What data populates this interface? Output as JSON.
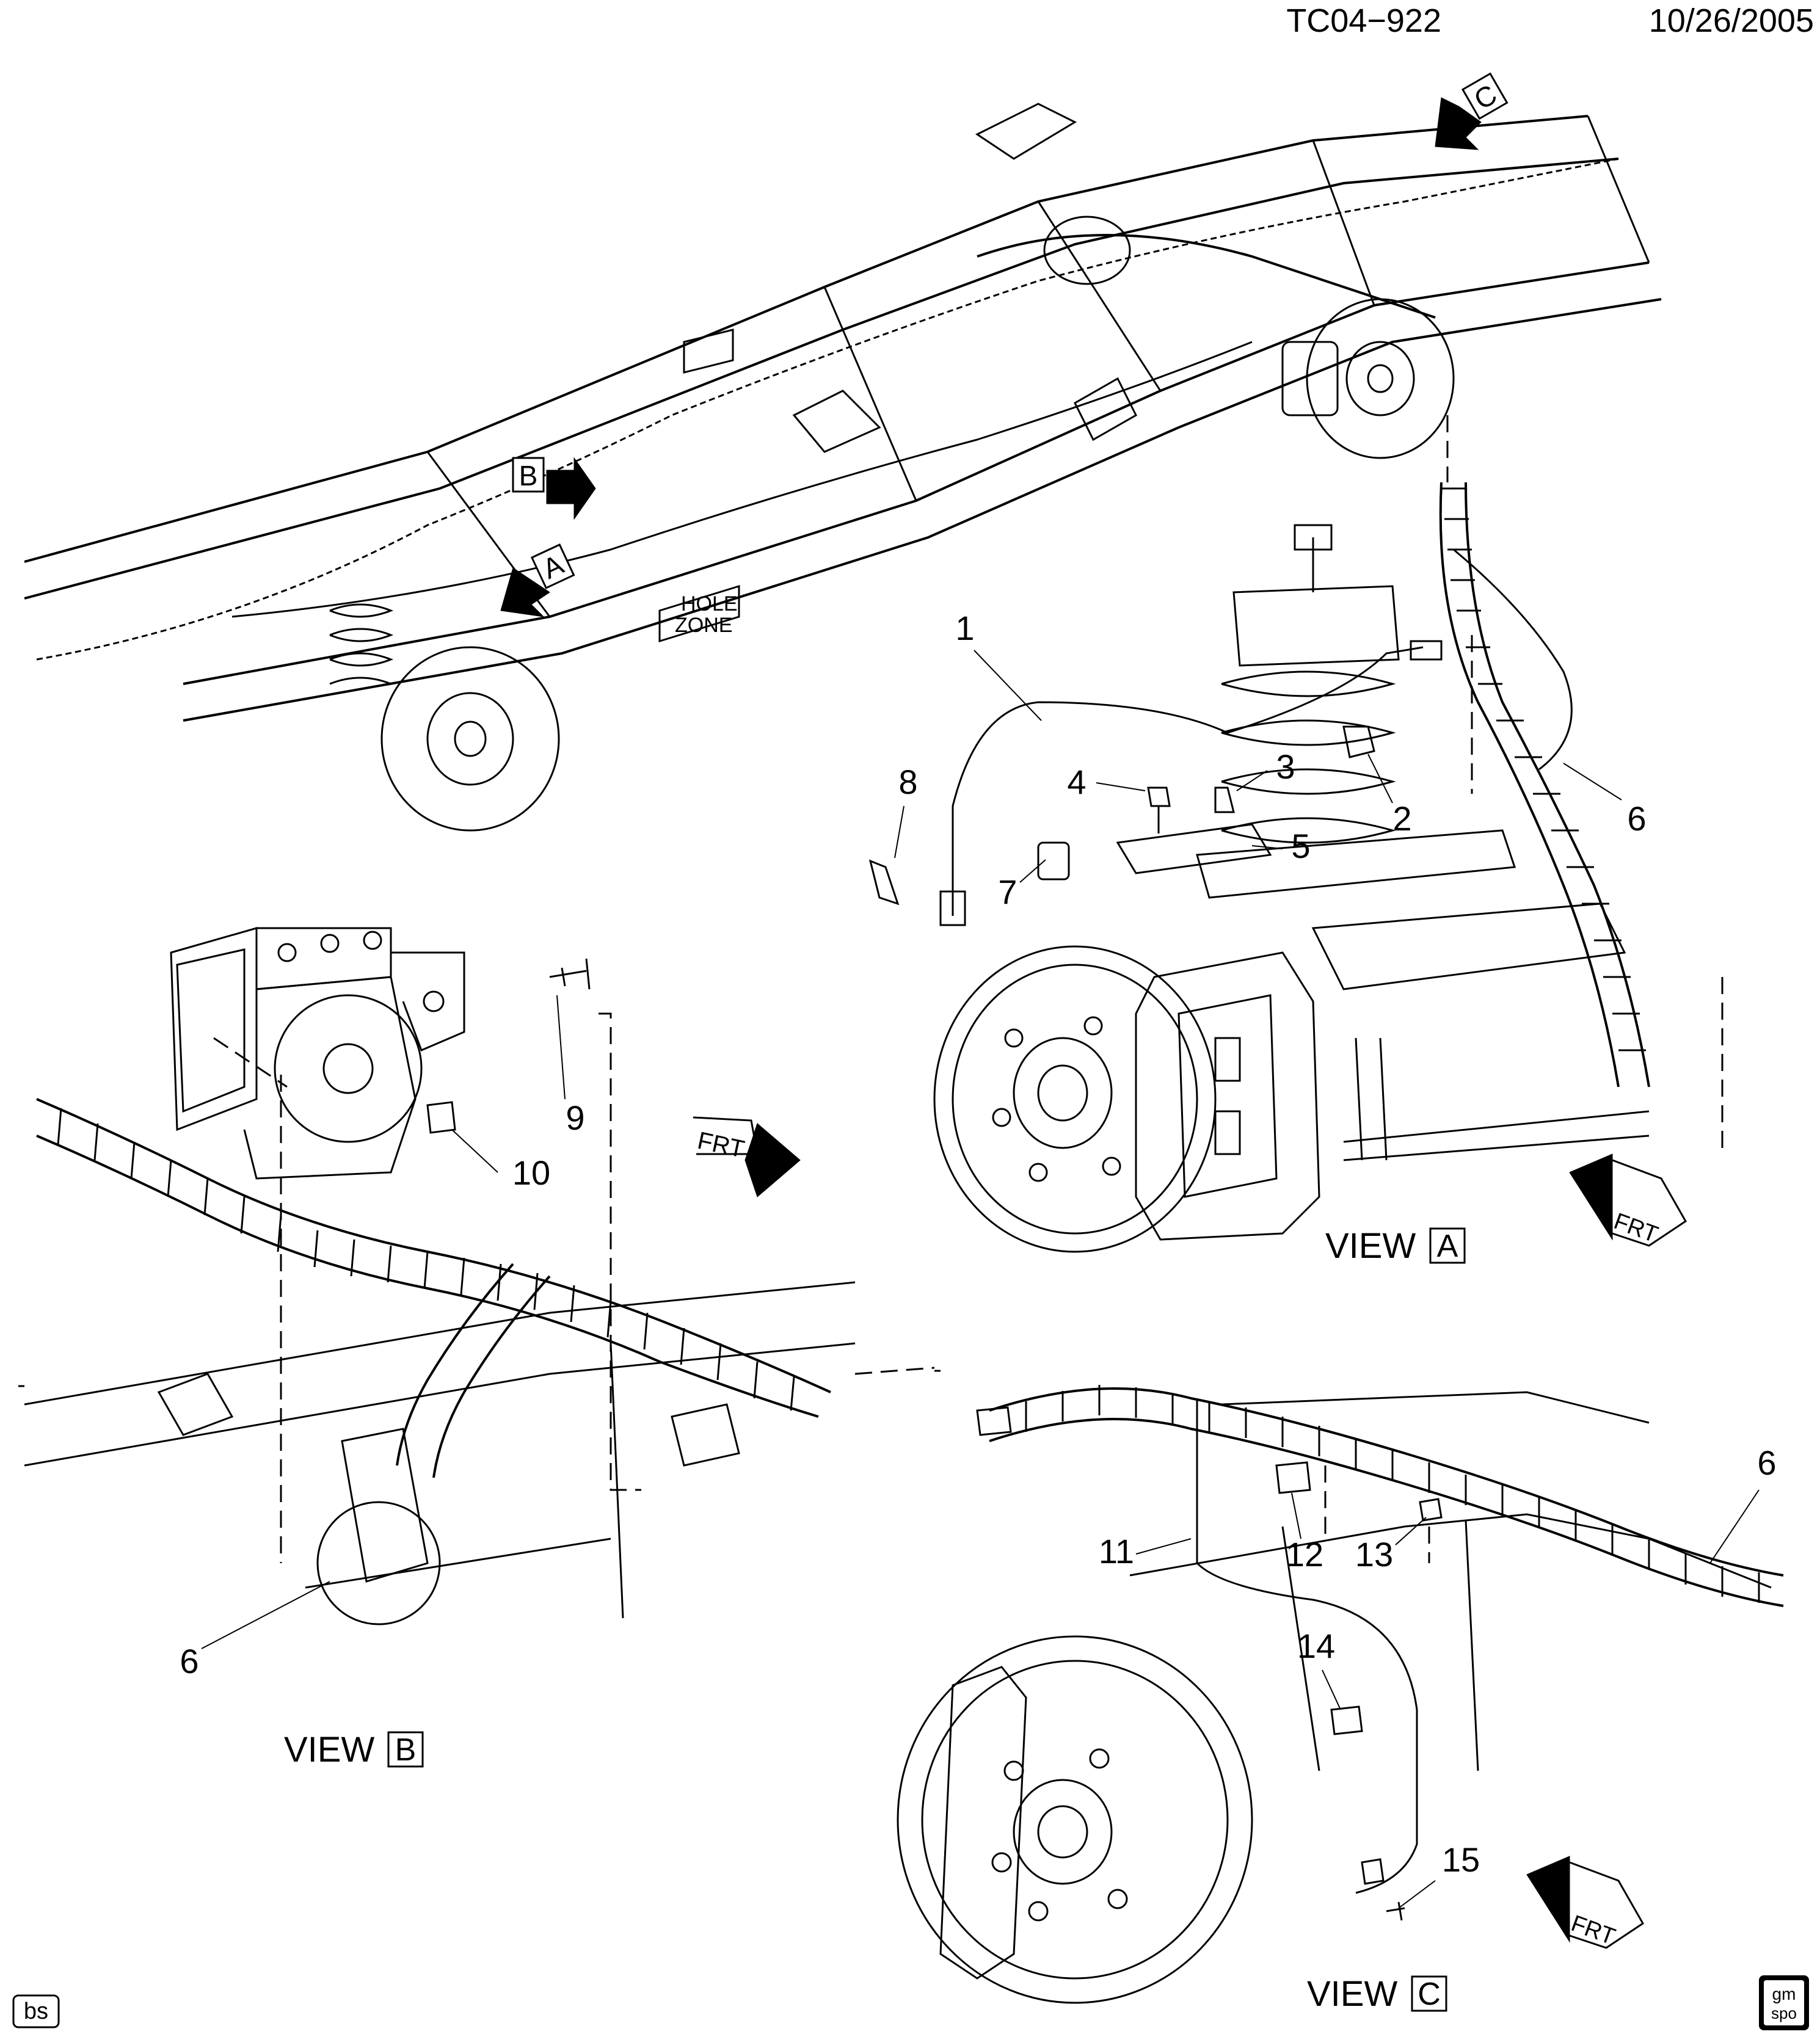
{
  "header": {
    "code": "TC04−922",
    "date": "10/26/2005"
  },
  "views": {
    "a": {
      "word": "VIEW",
      "letter": "A"
    },
    "b": {
      "word": "VIEW",
      "letter": "B"
    },
    "c": {
      "word": "VIEW",
      "letter": "C"
    }
  },
  "arrows": {
    "a": "A",
    "b": "B",
    "c": "C"
  },
  "callouts": {
    "c1": "1",
    "c2": "2",
    "c3": "3",
    "c4": "4",
    "c5": "5",
    "c6a": "6",
    "c7": "7",
    "c8": "8",
    "c9": "9",
    "c10": "10",
    "c6b": "6",
    "c11": "11",
    "c12": "12",
    "c13": "13",
    "c6c": "6",
    "c14": "14",
    "c15": "15"
  },
  "frt": {
    "mid": "FRT",
    "a": "FRT",
    "c": "FRT"
  },
  "hole_zone": {
    "line1": "HOLE",
    "line2": "ZONE"
  },
  "corner": {
    "left": "bs",
    "logo_line1": "gm",
    "logo_line2": "spo"
  }
}
